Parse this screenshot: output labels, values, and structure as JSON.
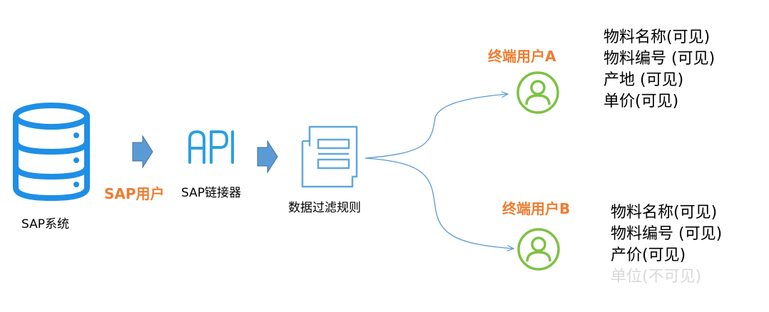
{
  "sap_system": {
    "label": "SAP系统"
  },
  "sap_user_label": "SAP用户",
  "api": {
    "icon_text": "API",
    "label": "SAP链接器"
  },
  "filter": {
    "label": "数据过滤规则"
  },
  "user_a": {
    "title": "终端用户A",
    "attributes": [
      {
        "text": "物料名称(可见)",
        "visible": true
      },
      {
        "text": "物料编号 (可见)",
        "visible": true
      },
      {
        "text": "产地 (可见)",
        "visible": true
      },
      {
        "text": "单价(可见)",
        "visible": true
      }
    ]
  },
  "user_b": {
    "title": "终端用户B",
    "attributes": [
      {
        "text": "物料名称(可见)",
        "visible": true
      },
      {
        "text": "物料编号 (可见)",
        "visible": true
      },
      {
        "text": "产价(可见)",
        "visible": true
      },
      {
        "text": "单位(不可见)",
        "visible": false
      }
    ]
  },
  "colors": {
    "database_blue": "#1E8FE6",
    "flow_arrow_blue": "#5B9BD5",
    "user_green": "#7DC242",
    "label_orange": "#ED7D31",
    "hidden_gray": "#D9D9D9",
    "doc_icon_blue": "#5FA8DC"
  }
}
